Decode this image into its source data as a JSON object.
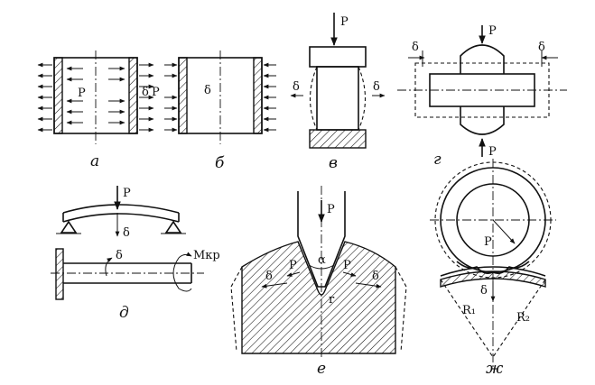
{
  "captions": {
    "a": "а",
    "b": "б",
    "v": "в",
    "g": "г",
    "d": "д",
    "e": "е",
    "zh": "ж"
  },
  "symbols": {
    "force": "P",
    "deformation": "δ",
    "torque": "Mкр",
    "angle": "α",
    "radius": "r",
    "radius1": "R₁",
    "radius2": "R₂"
  }
}
